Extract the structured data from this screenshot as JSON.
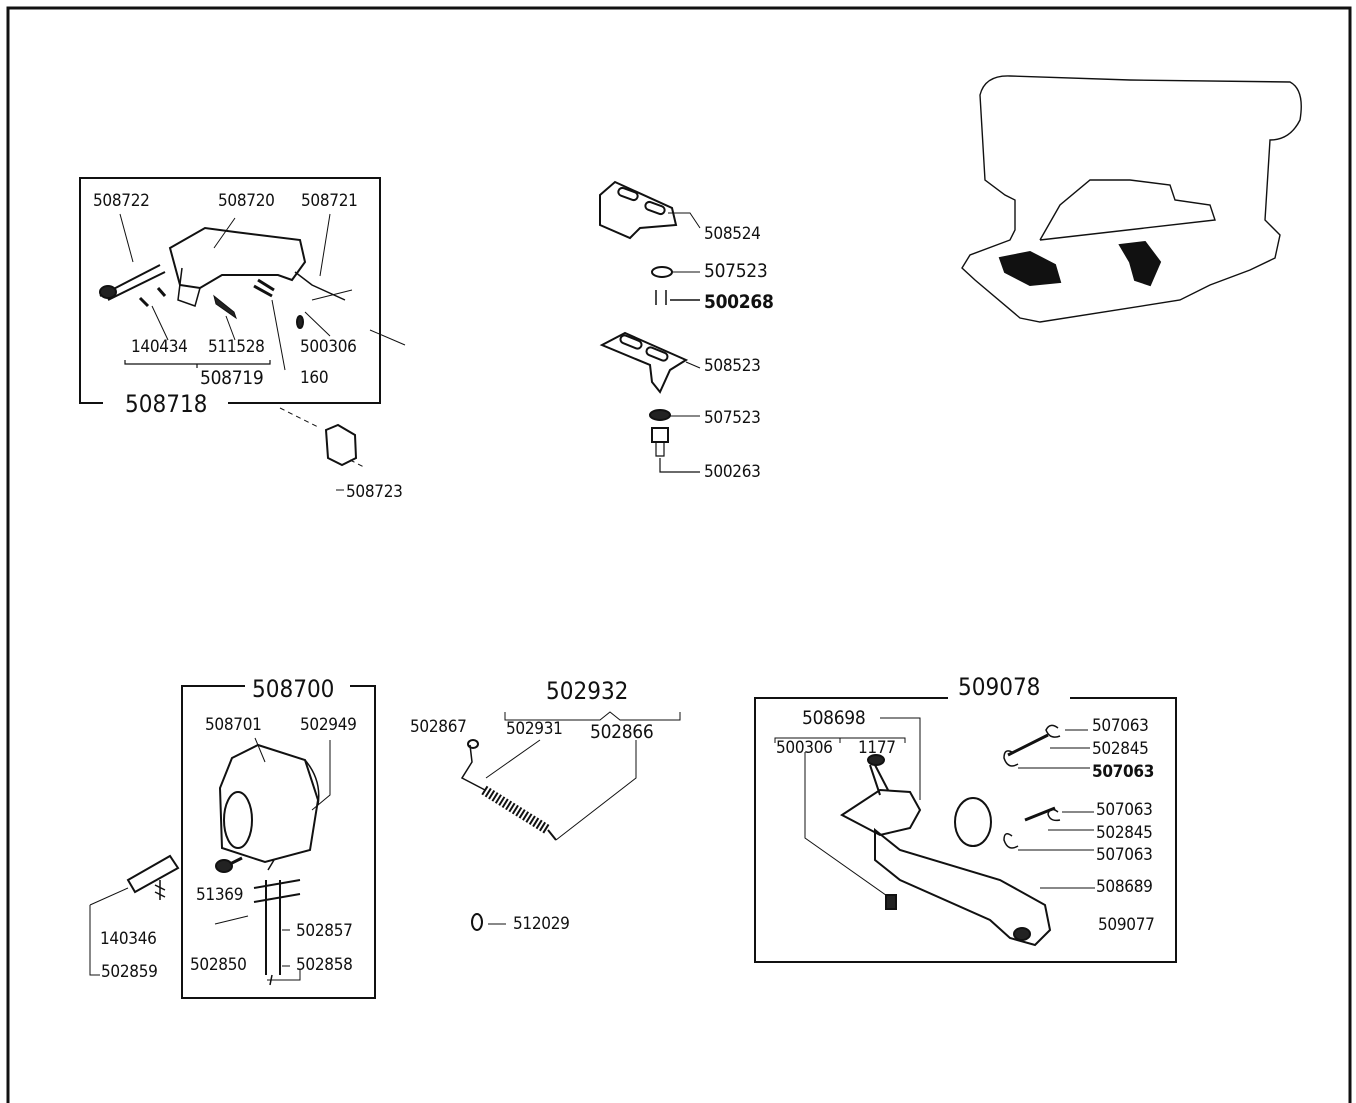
{
  "groups": {
    "g508718": {
      "title": "508718",
      "parts": [
        "508722",
        "508720",
        "508721",
        "140434",
        "511528",
        "500306",
        "508719",
        "160"
      ],
      "external": "508723"
    },
    "bracket": {
      "parts": [
        "508524",
        "507523",
        "500268",
        "508523",
        "507523",
        "500263"
      ]
    },
    "g508700": {
      "title": "508700",
      "parts": [
        "508701",
        "502949",
        "51369",
        "502857",
        "502850",
        "502858"
      ],
      "external": [
        "140346",
        "502859"
      ]
    },
    "spring": {
      "title": "502932",
      "parts": [
        "502867",
        "502931",
        "502866"
      ],
      "extra": "512029"
    },
    "g509078": {
      "title": "509078",
      "parts": [
        "508698",
        "500306",
        "1177",
        "507063",
        "502845",
        "507063",
        "507063",
        "502845",
        "507063",
        "508689",
        "509077"
      ]
    }
  },
  "colors": {
    "ink": "#111111",
    "fill": "#222222",
    "paper": "#ffffff"
  }
}
